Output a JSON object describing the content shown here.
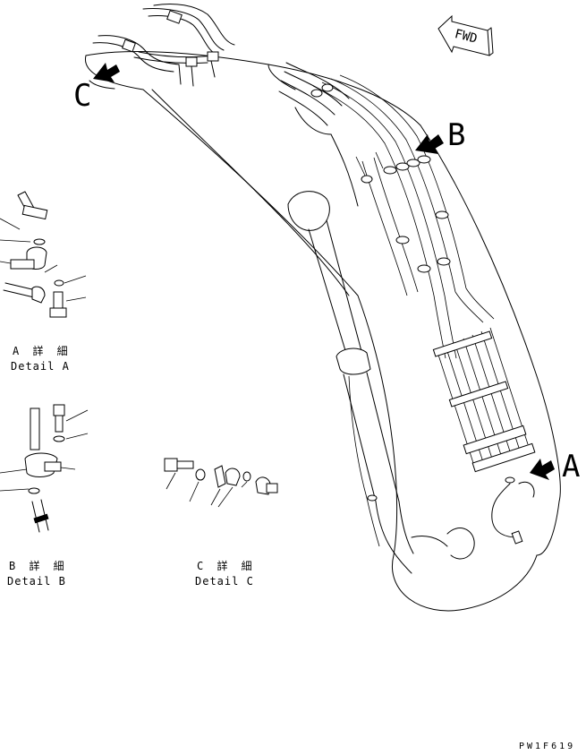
{
  "diagram": {
    "fwd_label": "FWD",
    "callouts": {
      "a": "A",
      "b": "B",
      "c": "C"
    },
    "details": {
      "a": {
        "jp": "A 詳 細",
        "en": "Detail A"
      },
      "b": {
        "jp": "B 詳 細",
        "en": "Detail B"
      },
      "c": {
        "jp": "C 詳 細",
        "en": "Detail C"
      }
    },
    "drawing_code": "PW1F619"
  }
}
